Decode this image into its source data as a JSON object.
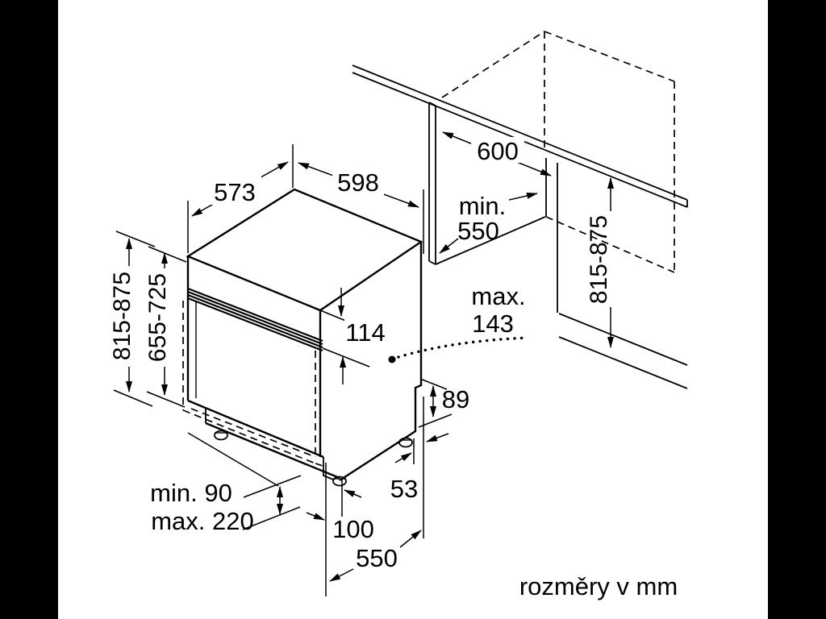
{
  "title": "dishwasher installation dimensions drawing",
  "footer": {
    "units_note": "rozměry v mm"
  },
  "colors": {
    "background": "#ffffff",
    "line": "#000000",
    "side_bars": "#000000"
  },
  "labels": {
    "depth_top": "573",
    "width_top": "598",
    "niche_depth": "600",
    "niche_min_l1": "min.",
    "niche_min_l2": "550",
    "height_range_left": "815-875",
    "front_height_range": "655-725",
    "control_panel_height": "114",
    "door_max_l1": "max.",
    "door_max_l2": "143",
    "rear_step_height": "89",
    "height_range_right": "815-875",
    "plinth_min": "min. 90",
    "plinth_max": "max. 220",
    "base_inset": "100",
    "rear_foot_offset": "53",
    "base_depth": "550"
  }
}
